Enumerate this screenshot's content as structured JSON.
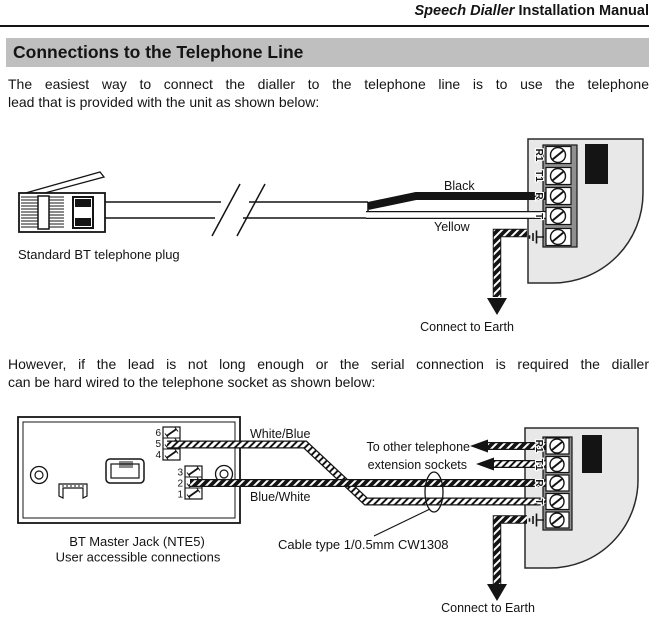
{
  "colors": {
    "banner_bg": "#bfbfbf",
    "panel_bg": "#e8e8e8",
    "strip_bg": "#8f8f8f",
    "ink": "#141414"
  },
  "header": {
    "product": "Speech Dialler",
    "rest": " Installation Manual"
  },
  "section_heading": "Connections to the Telephone Line",
  "para1": {
    "line1": "The easiest way to connect the dialler to the telephone line is to use the telephone",
    "line2": "lead that is provided with the unit as shown below:"
  },
  "para2": {
    "line1": "However, if the lead is not long enough or the serial connection is required the dialler",
    "line2": "can be hard wired to the telephone socket as shown below:"
  },
  "diagram1": {
    "plug_caption": "Standard BT telephone plug",
    "black_wire_label": "Black",
    "yellow_wire_label": "Yellow",
    "earth_label": "Connect to Earth",
    "terminals": [
      "R1",
      "T1",
      "R",
      "T"
    ]
  },
  "diagram2": {
    "caption_line1": "BT Master Jack (NTE5)",
    "caption_line2": "User accessible connections",
    "top_wire_label": "White/Blue",
    "bottom_wire_label": "Blue/White",
    "extension_line1": "To other telephone",
    "extension_line2": "extension sockets",
    "cable_label": "Cable type 1/0.5mm CW1308",
    "earth_label": "Connect to Earth",
    "top_terminal_numbers": [
      "6",
      "5",
      "4"
    ],
    "bottom_terminal_numbers": [
      "3",
      "2",
      "1"
    ],
    "terminals": [
      "R1",
      "T1",
      "R",
      "T"
    ]
  }
}
